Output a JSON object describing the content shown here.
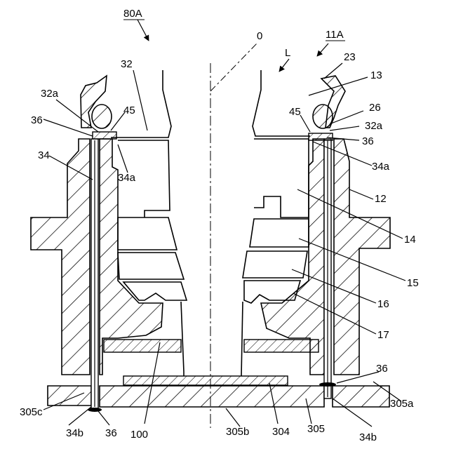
{
  "figure": {
    "labels": {
      "assembly_left": "80A",
      "assembly_right": "11A",
      "axis_o": "0",
      "axis_l": "L",
      "n23": "23",
      "n13": "13",
      "n32": "32",
      "n32a_left": "32a",
      "n32a_right": "32a",
      "n26": "26",
      "n45_left": "45",
      "n45_right": "45",
      "n36_upper_left": "36",
      "n36_upper_right": "36",
      "n34": "34",
      "n34a_left": "34a",
      "n34a_right": "34a",
      "n12": "12",
      "n14": "14",
      "n15": "15",
      "n16": "16",
      "n17": "17",
      "n36_lower_right": "36",
      "n305a": "305a",
      "n305c": "305c",
      "n34b_left": "34b",
      "n36_bottom": "36",
      "n100": "100",
      "n305b": "305b",
      "n304": "304",
      "n305": "305",
      "n34b_right": "34b"
    }
  }
}
